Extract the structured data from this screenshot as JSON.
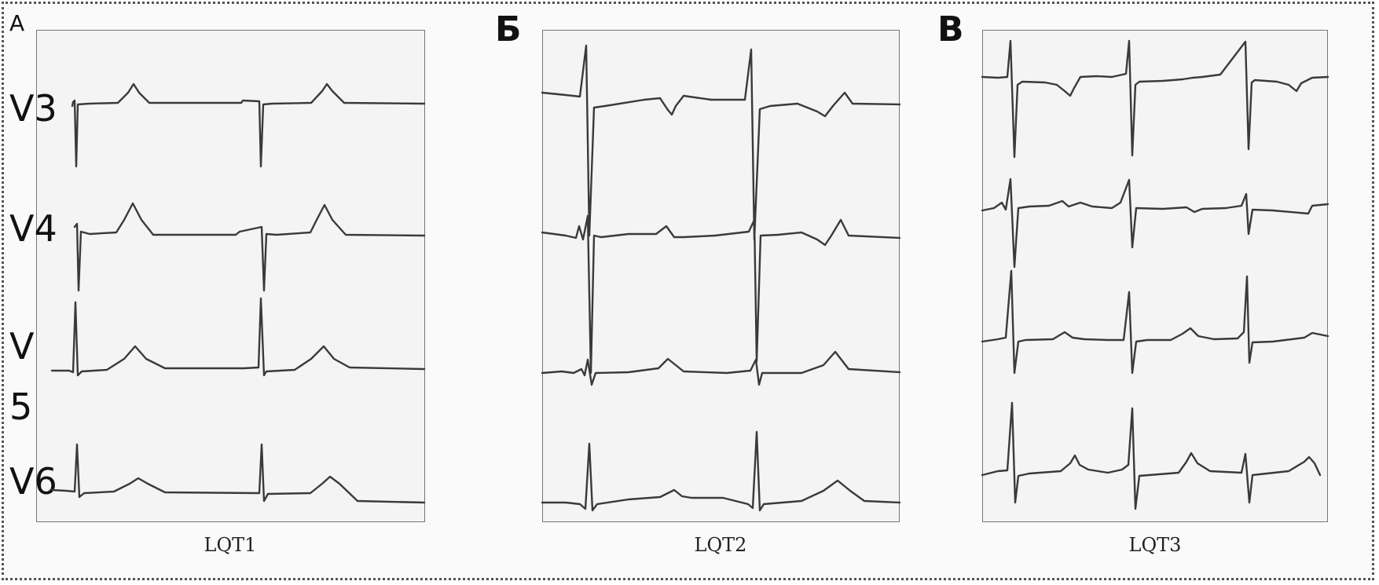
{
  "panels": [
    {
      "letter": "А",
      "caption": "LQT1"
    },
    {
      "letter": "Б",
      "caption": "LQT2"
    },
    {
      "letter": "В",
      "caption": "LQT3"
    }
  ],
  "leads": {
    "v3": "V3",
    "v4": "V4",
    "v5_top": "V",
    "v5_bottom": "5",
    "v6": "V6"
  },
  "colors": {
    "trace": "#3a3a3a",
    "panel_border": "#777777",
    "frame_border": "#555555"
  }
}
